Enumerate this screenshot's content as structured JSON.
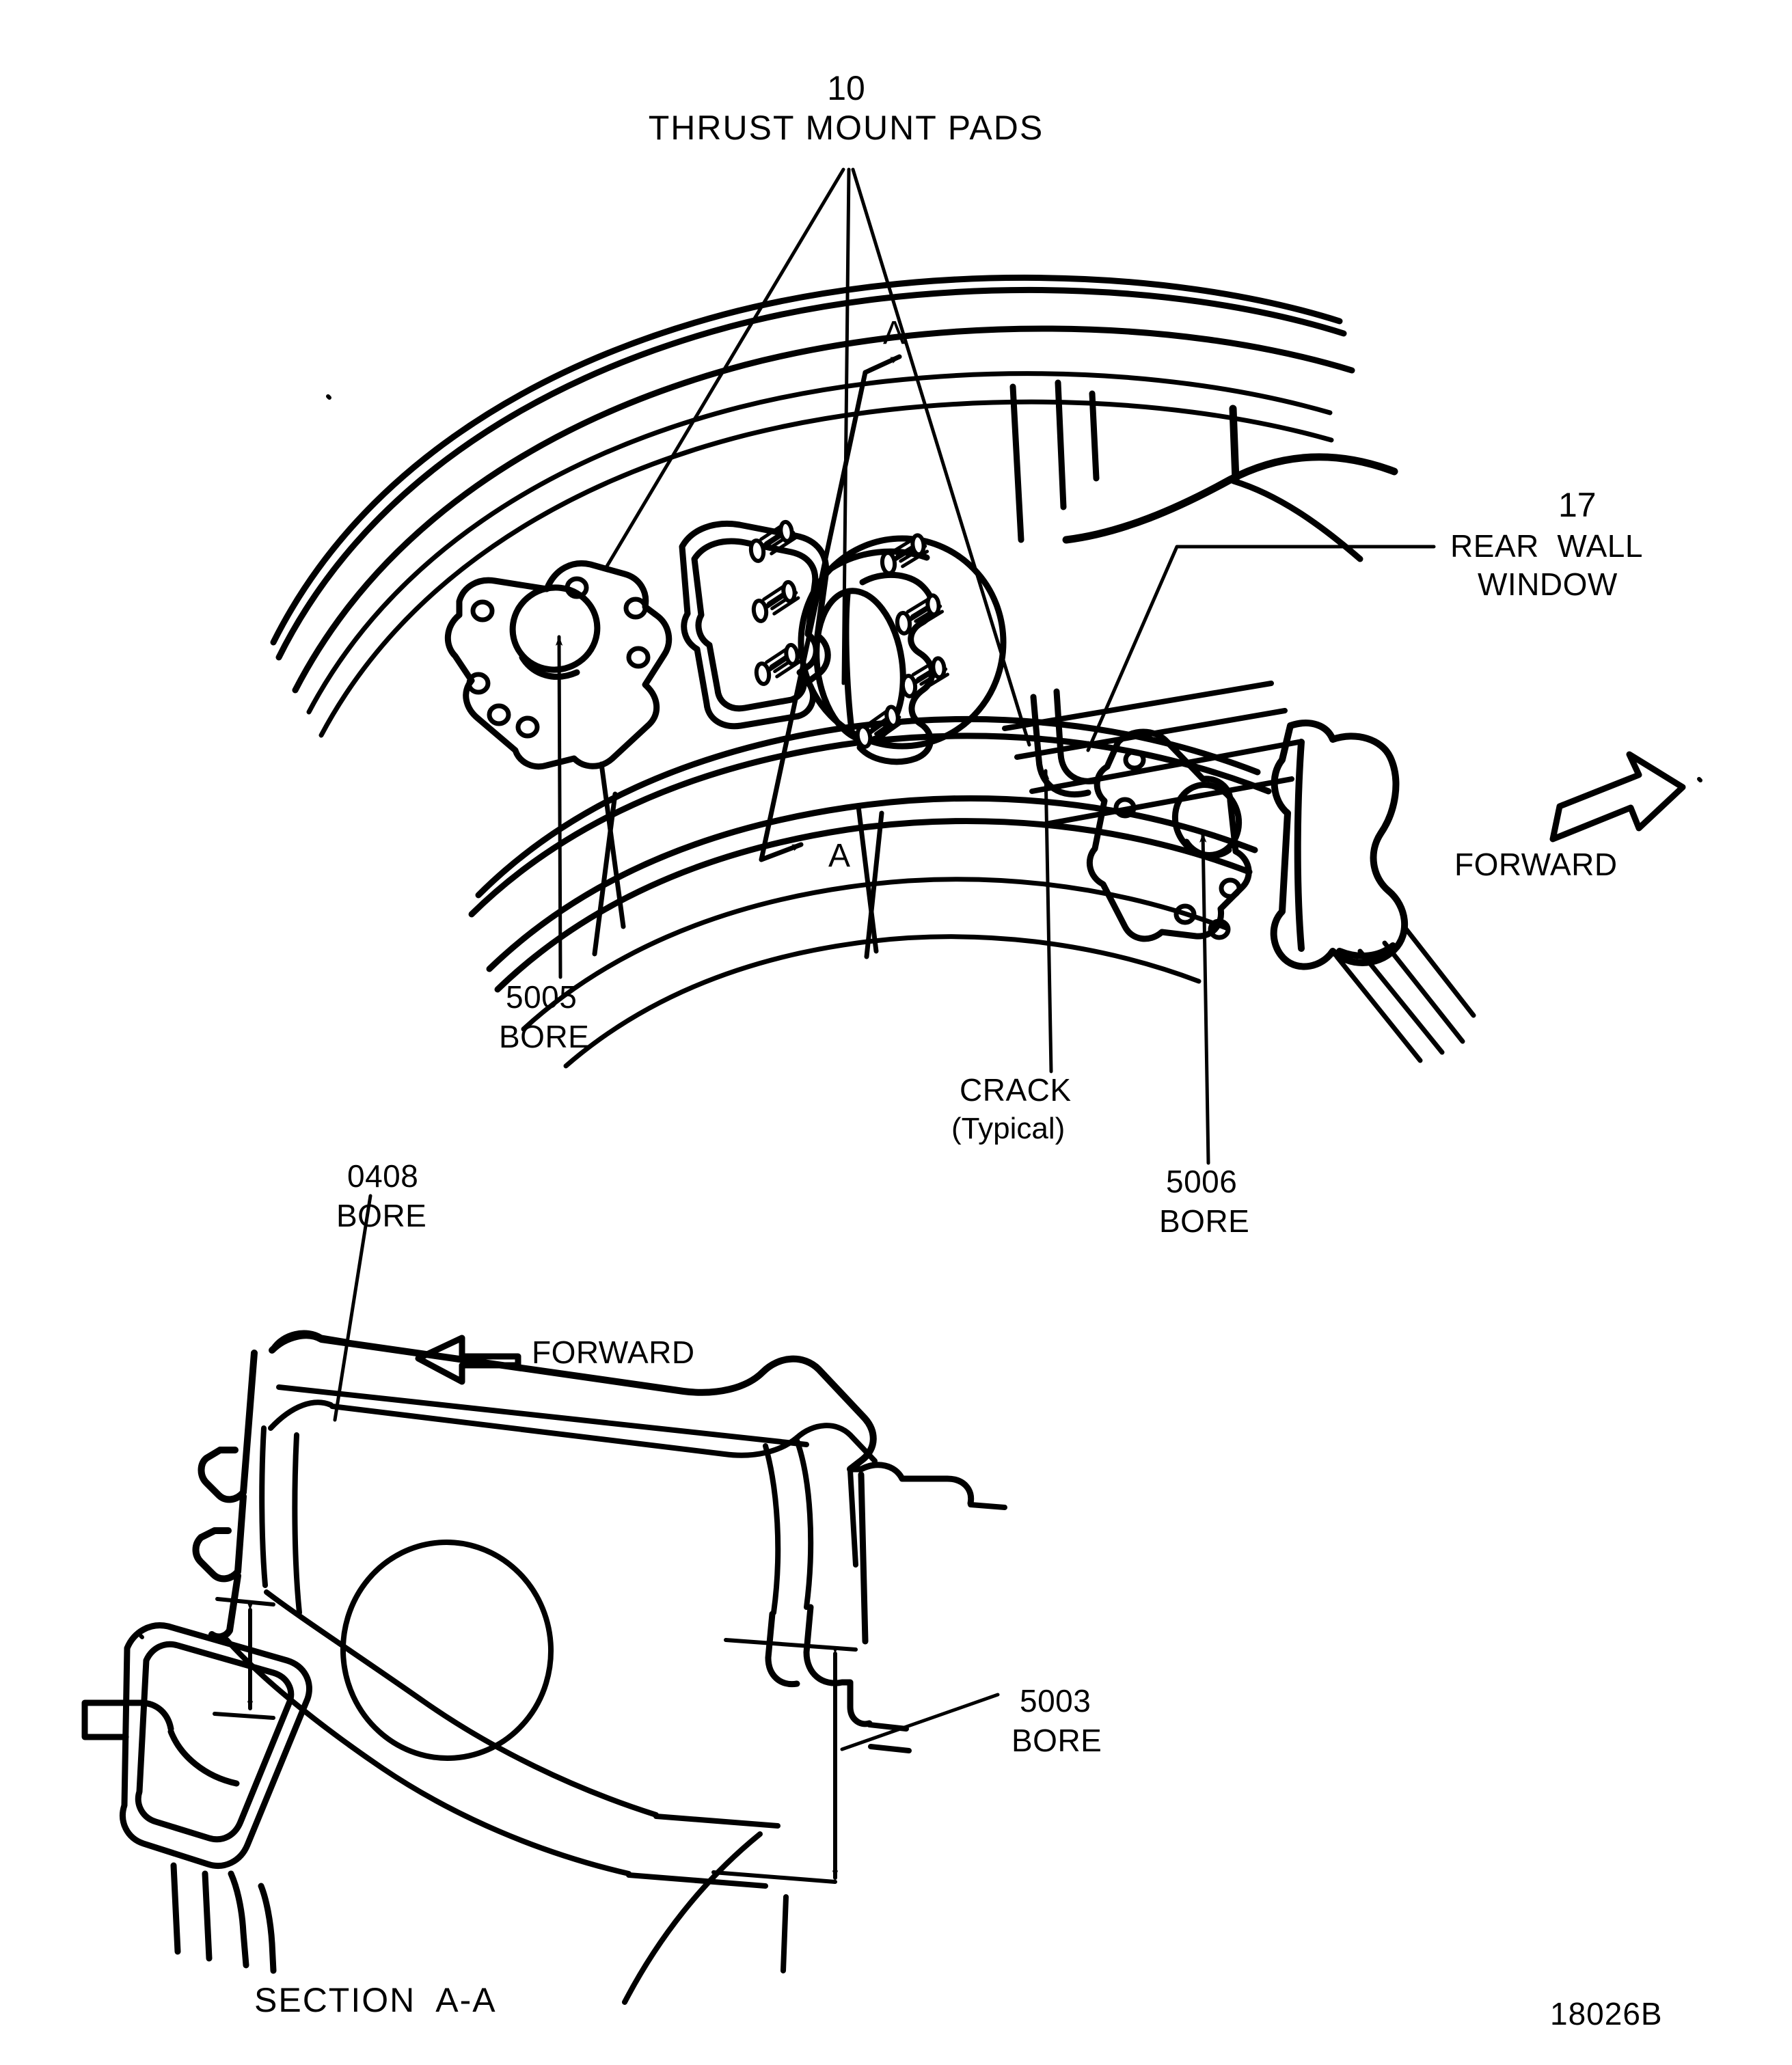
{
  "figure": {
    "id": "18026B",
    "type": "engineering-line-drawing",
    "subject": "Engine rear mount / thrust mount pad crack inspection",
    "background_color": "#ffffff",
    "line_color": "#000000"
  },
  "callouts": {
    "thrust_mount_pads": {
      "item_number": "10",
      "label": "THRUST MOUNT PADS",
      "leader_count": 3
    },
    "rear_wall_window": {
      "item_number": "17",
      "label_line1": "REAR  WALL",
      "label_line2": "WINDOW"
    },
    "bore_5005": {
      "line1": "5005",
      "line2": "BORE"
    },
    "bore_5006": {
      "line1": "5006",
      "line2": "BORE"
    },
    "bore_0408": {
      "line1": "0408",
      "line2": "BORE"
    },
    "bore_5003": {
      "line1": "5003",
      "line2": "BORE"
    },
    "crack": {
      "line1": "CRACK",
      "line2": "(Typical)"
    }
  },
  "section_markers": {
    "upper_letter": "A",
    "lower_letter": "A",
    "caption": "SECTION  A-A"
  },
  "direction_arrows": [
    {
      "name": "forward-upper",
      "label": "FORWARD",
      "direction": "right"
    },
    {
      "name": "forward-lower",
      "label": "FORWARD",
      "direction": "left"
    }
  ],
  "chart_data": {
    "type": "diagram",
    "title": "THRUST MOUNT PADS",
    "annotations": [
      "10 THRUST MOUNT PADS",
      "17 REAR WALL WINDOW",
      "5005 BORE",
      "5006 BORE",
      "0408 BORE",
      "5003 BORE",
      "CRACK (Typical)",
      "SECTION A-A",
      "FORWARD",
      "18026B"
    ]
  }
}
